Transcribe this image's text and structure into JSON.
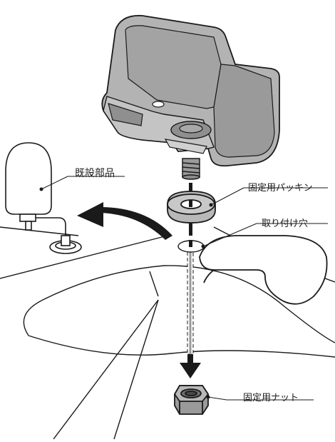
{
  "labels": {
    "existing_parts": "既設部品",
    "fixing_packing": "固定用パッキン",
    "mounting_hole": "取り付け穴",
    "fixing_nut": "固定用ナット"
  },
  "colors": {
    "tank_fill": "#b3b3b3",
    "tank_dark": "#8f8f8f",
    "outline": "#1a1a1a",
    "arrow": "#1a1a1a"
  }
}
